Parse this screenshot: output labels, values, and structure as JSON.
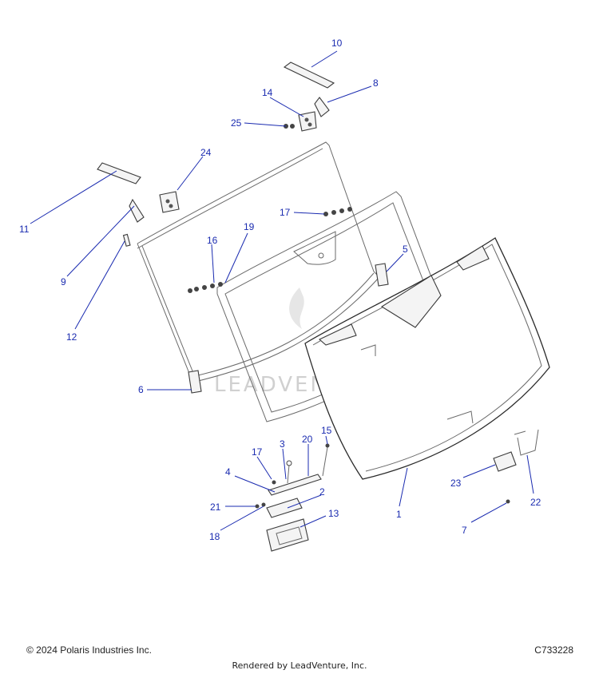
{
  "diagram": {
    "watermark": "LEADVENTURE",
    "callouts": {
      "c1": "1",
      "c2": "2",
      "c3": "3",
      "c4": "4",
      "c5": "5",
      "c6": "6",
      "c7": "7",
      "c8": "8",
      "c9": "9",
      "c10": "10",
      "c11": "11",
      "c12": "12",
      "c13": "13",
      "c14": "14",
      "c15": "15",
      "c16": "16",
      "c17a": "17",
      "c17b": "17",
      "c18": "18",
      "c19": "19",
      "c20": "20",
      "c21": "21",
      "c22": "22",
      "c23": "23",
      "c24": "24",
      "c25": "25"
    }
  },
  "footer": {
    "copyright": "© 2024 Polaris Industries Inc.",
    "diagram_code": "C733228",
    "rendered_by": "Rendered by LeadVenture, Inc."
  },
  "colors": {
    "callout": "#1a2bb0",
    "line_art": "#3a3a3a",
    "watermark": "#d0d0d0"
  }
}
